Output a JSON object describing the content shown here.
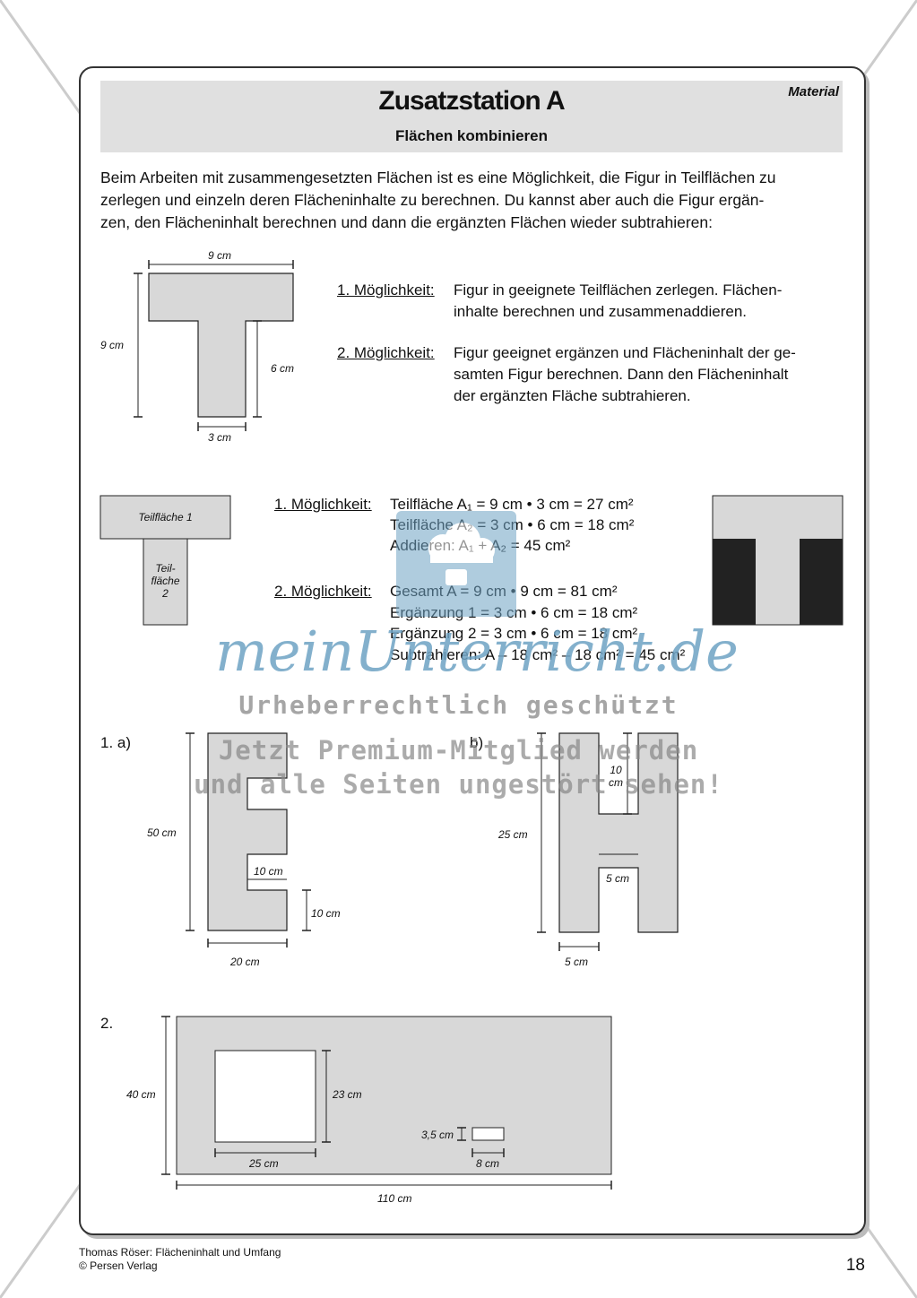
{
  "header": {
    "title": "Zusatzstation A",
    "tag": "Material",
    "subtitle": "Flächen kombinieren"
  },
  "intro": [
    "Beim Arbeiten mit zusammengesetzten Flächen ist es eine Möglichkeit, die Figur in Teilflächen zu",
    "zerlegen und einzeln deren Flächeninhalte zu berechnen. Du kannst aber auch die Figur ergän-",
    "zen, den Flächeninhalt berechnen  und dann die ergänzten Flächen wieder subtrahieren:"
  ],
  "methods": {
    "m1_label": "1. Möglichkeit:",
    "m1_lines": [
      "Figur in geeignete Teilflächen zerlegen. Flächen-",
      "inhalte berechnen und zusammenaddieren."
    ],
    "m2_label": "2. Möglichkeit:",
    "m2_lines": [
      "Figur geeignet ergänzen und Flächeninhalt der ge-",
      "samten Figur berechnen. Dann den Flächeninhalt",
      "der ergänzten Fläche subtrahieren."
    ]
  },
  "t_figure": {
    "top": "9 cm",
    "height": "9 cm",
    "stem_height": "6 cm",
    "stem_width": "3 cm"
  },
  "split_figure": {
    "part1": "Teilfläche 1",
    "part2_lines": [
      "Teil-",
      "fläche",
      "2"
    ]
  },
  "example": {
    "m1_label": "1. Möglichkeit:",
    "m1_lines": [
      "Teilfläche A₁ = 9 cm • 3 cm = 27 cm²",
      "Teilfläche A₂ = 3 cm • 6 cm = 18 cm²",
      "Addieren: A₁ + A₂ = 45 cm²"
    ],
    "m2_label": "2. Möglichkeit:",
    "m2_lines": [
      "Gesamt A = 9 cm • 9 cm = 81 cm²",
      "Ergänzung 1 = 3 cm • 6 cm = 18 cm²",
      "Ergänzung 2 = 3 cm • 6 cm = 18 cm²",
      "Subtrahieren: A – 18 cm² – 18 cm² = 45 cm²"
    ]
  },
  "task1": {
    "label": "1.  a)",
    "b_label": "b)",
    "e": {
      "height": "50 cm",
      "notch": "10 cm",
      "foot": "10 cm",
      "width": "20 cm"
    },
    "h": {
      "height": "25 cm",
      "top_gap_lines": [
        "10",
        "cm"
      ],
      "bar": "5 cm",
      "leg": "5 cm"
    }
  },
  "task2": {
    "label": "2.",
    "height": "40 cm",
    "square": "23 cm",
    "square_w": "25 cm",
    "small_h": "3,5 cm",
    "small_w": "8 cm",
    "width": "110 cm"
  },
  "watermark": {
    "logo": "meinUnterricht.de",
    "line1": "Urheberrechtlich geschützt",
    "line2": "Jetzt Premium-Mitglied werden",
    "line3": "und alle Seiten ungestört sehen!"
  },
  "footer": {
    "line1": "Thomas Röser: Flächeninhalt und Umfang",
    "line2": "© Persen Verlag",
    "page": "18"
  }
}
